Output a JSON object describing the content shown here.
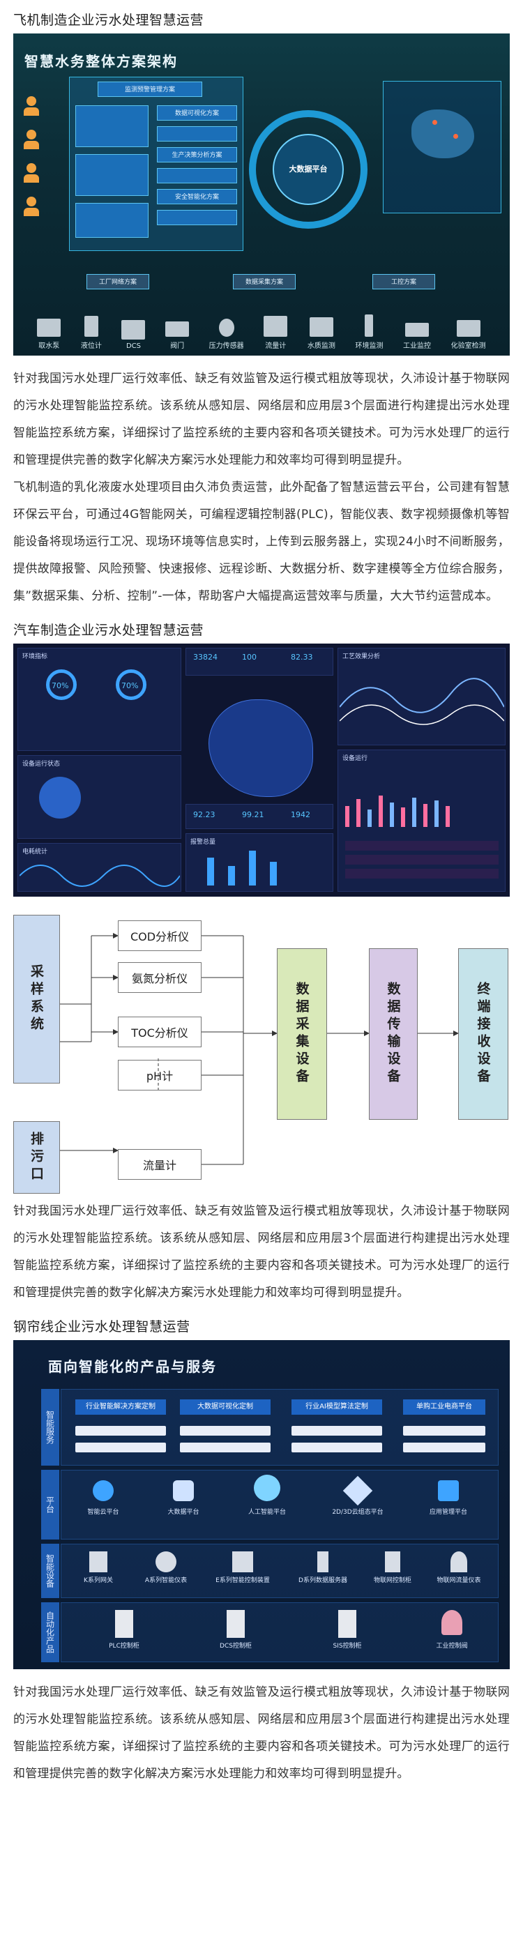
{
  "sections": [
    {
      "title": "飞机制造企业污水处理智慧运营",
      "photo": {
        "heading": "智慧水务整体方案架构",
        "chips": [
          "监测预警管理方案",
          "数据可视化方案",
          "生产决策分析方案",
          "安全智能化方案"
        ],
        "center_label": "大数据平台",
        "lower_labels": [
          "工厂网络方案",
          "数据采集方案",
          "工控方案"
        ],
        "devices": [
          "取水泵",
          "液位计",
          "DCS",
          "阀门",
          "压力传感器",
          "流量计",
          "水质监测",
          "环境监测",
          "工业监控",
          "化验室检测"
        ]
      },
      "paragraphs": [
        "针对我国污水处理厂运行效率低、缺乏有效监管及运行模式粗放等现状，久沛设计基于物联网的污水处理智能监控系统。该系统从感知层、网络层和应用层3个层面进行构建提出污水处理智能监控系统方案，详细探讨了监控系统的主要内容和各项关键技术。可为污水处理厂的运行和管理提供完善的数字化解决方案污水处理能力和效率均可得到明显提升。",
        "飞机制造的乳化液废水处理项目由久沛负责运营，此外配备了智慧运营云平台，公司建有智慧环保云平台，可通过4G智能网关，可编程逻辑控制器(PLC)，智能仪表、数字视频摄像机等智能设备将现场运行工况、现场环境等信息实时，上传到云服务器上，实现24小时不间断服务，提供故障报警、风险预警、快速报修、远程诊断、大数据分析、数字建模等全方位综合服务，集”数据采集、分析、控制”-一体，帮助客户大幅提高运营效率与质量，大大节约运营成本。"
      ]
    },
    {
      "title": "汽车制造企业污水处理智慧运营",
      "photo": {
        "panels": [
          "环境指标",
          "设备运行状态",
          "工艺效果分析",
          "设备运行",
          "报警总量",
          "电耗统计"
        ],
        "kpis": [
          "33824",
          "100",
          "82.33",
          "92.23",
          "99.21",
          "1942"
        ],
        "pct": [
          "70%",
          "70%"
        ]
      },
      "diagram": {
        "left_top": "采样系统",
        "left_bottom": "排污口",
        "instruments": [
          "COD分析仪",
          "氨氮分析仪",
          "TOC分析仪",
          "pH计",
          "流量计"
        ],
        "stages": [
          "数据采集设备",
          "数据传输设备",
          "终端接收设备"
        ]
      },
      "paragraphs": [
        "针对我国污水处理厂运行效率低、缺乏有效监管及运行模式粗放等现状，久沛设计基于物联网的污水处理智能监控系统。该系统从感知层、网络层和应用层3个层面进行构建提出污水处理智能监控系统方案，详细探讨了监控系统的主要内容和各项关键技术。可为污水处理厂的运行和管理提供完善的数字化解决方案污水处理能力和效率均可得到明显提升。"
      ]
    },
    {
      "title": "钢帘线企业污水处理智慧运营",
      "photo": {
        "heading": "面向智能化的产品与服务",
        "side_labels": [
          "智能服务",
          "平台",
          "智能设备",
          "自动化产品"
        ],
        "chips": [
          "行业智能解决方案定制",
          "大数据可视化定制",
          "行业AI模型算法定制",
          "单购工业电商平台"
        ],
        "platform_items": [
          "智能云平台",
          "大数据平台",
          "人工智能平台",
          "2D/3D云组态平台",
          "应用管理平台"
        ],
        "device_items": [
          "K系列网关",
          "A系列智能仪表",
          "E系列智能控制装置",
          "D系列数据服务器",
          "物联网控制柜",
          "物联网流量仪表"
        ],
        "auto_items": [
          "PLC控制柜",
          "DCS控制柜",
          "SIS控制柜",
          "工业控制阀"
        ]
      },
      "paragraphs": [
        "针对我国污水处理厂运行效率低、缺乏有效监管及运行模式粗放等现状，久沛设计基于物联网的污水处理智能监控系统。该系统从感知层、网络层和应用层3个层面进行构建提出污水处理智能监控系统方案，详细探讨了监控系统的主要内容和各项关键技术。可为污水处理厂的运行和管理提供完善的数字化解决方案污水处理能力和效率均可得到明显提升。"
      ]
    }
  ]
}
